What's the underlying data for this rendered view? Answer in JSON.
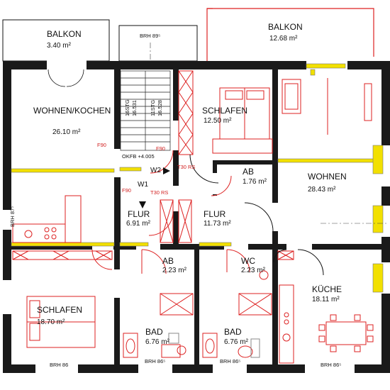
{
  "colors": {
    "wall": "#111111",
    "red": "#dd2222",
    "yellow": "#f2e000",
    "grey": "#888888"
  },
  "rooms": [
    {
      "id": "balkon-west",
      "name": "BALKON",
      "area": "3.40 m²"
    },
    {
      "id": "balkon-east",
      "name": "BALKON",
      "area": "12.68 m²"
    },
    {
      "id": "wohnen-kochen",
      "name": "WOHNEN/KOCHEN",
      "area": "26.10 m²"
    },
    {
      "id": "schlafen-north",
      "name": "SCHLAFEN",
      "area": "12.50 m²"
    },
    {
      "id": "ab-north",
      "name": "AB",
      "area": "1.76 m²"
    },
    {
      "id": "wohnen",
      "name": "WOHNEN",
      "area": "28.43 m²"
    },
    {
      "id": "flur-west",
      "name": "FLUR",
      "area": "6.91 m²"
    },
    {
      "id": "flur-center",
      "name": "FLUR",
      "area": "11.73 m²"
    },
    {
      "id": "ab-south",
      "name": "AB",
      "area": "2.23 m²"
    },
    {
      "id": "wc",
      "name": "WC",
      "area": "2.23 m²"
    },
    {
      "id": "kueche",
      "name": "KÜCHE",
      "area": "18.11 m²"
    },
    {
      "id": "schlafen-south",
      "name": "SCHLAFEN",
      "area": "18.70 m²"
    },
    {
      "id": "bad-west",
      "name": "BAD",
      "area": "6.76 m²"
    },
    {
      "id": "bad-east",
      "name": "BAD",
      "area": "6.76 m²"
    }
  ],
  "annotations": {
    "brh_top": "BRH 89⁵",
    "brh_west": "BRH 87⁵",
    "brh_schlafen": "BRH 86",
    "brh_bad_west": "BRH 86⁵",
    "brh_bad_east": "BRH 86⁵",
    "brh_kueche": "BRH 86⁵",
    "stair_left_count": "16STG",
    "stair_left_size": "16.531",
    "stair_right_count": "11STG",
    "stair_right_size": "16.528",
    "okfb": "OKFB +4.005",
    "f90_a": "F90",
    "f90_b": "F90",
    "f90_c": "F90",
    "t30rs_a": "T30 RS",
    "t30rs_b": "T30 RS",
    "w1": "W1",
    "w2": "W2"
  }
}
